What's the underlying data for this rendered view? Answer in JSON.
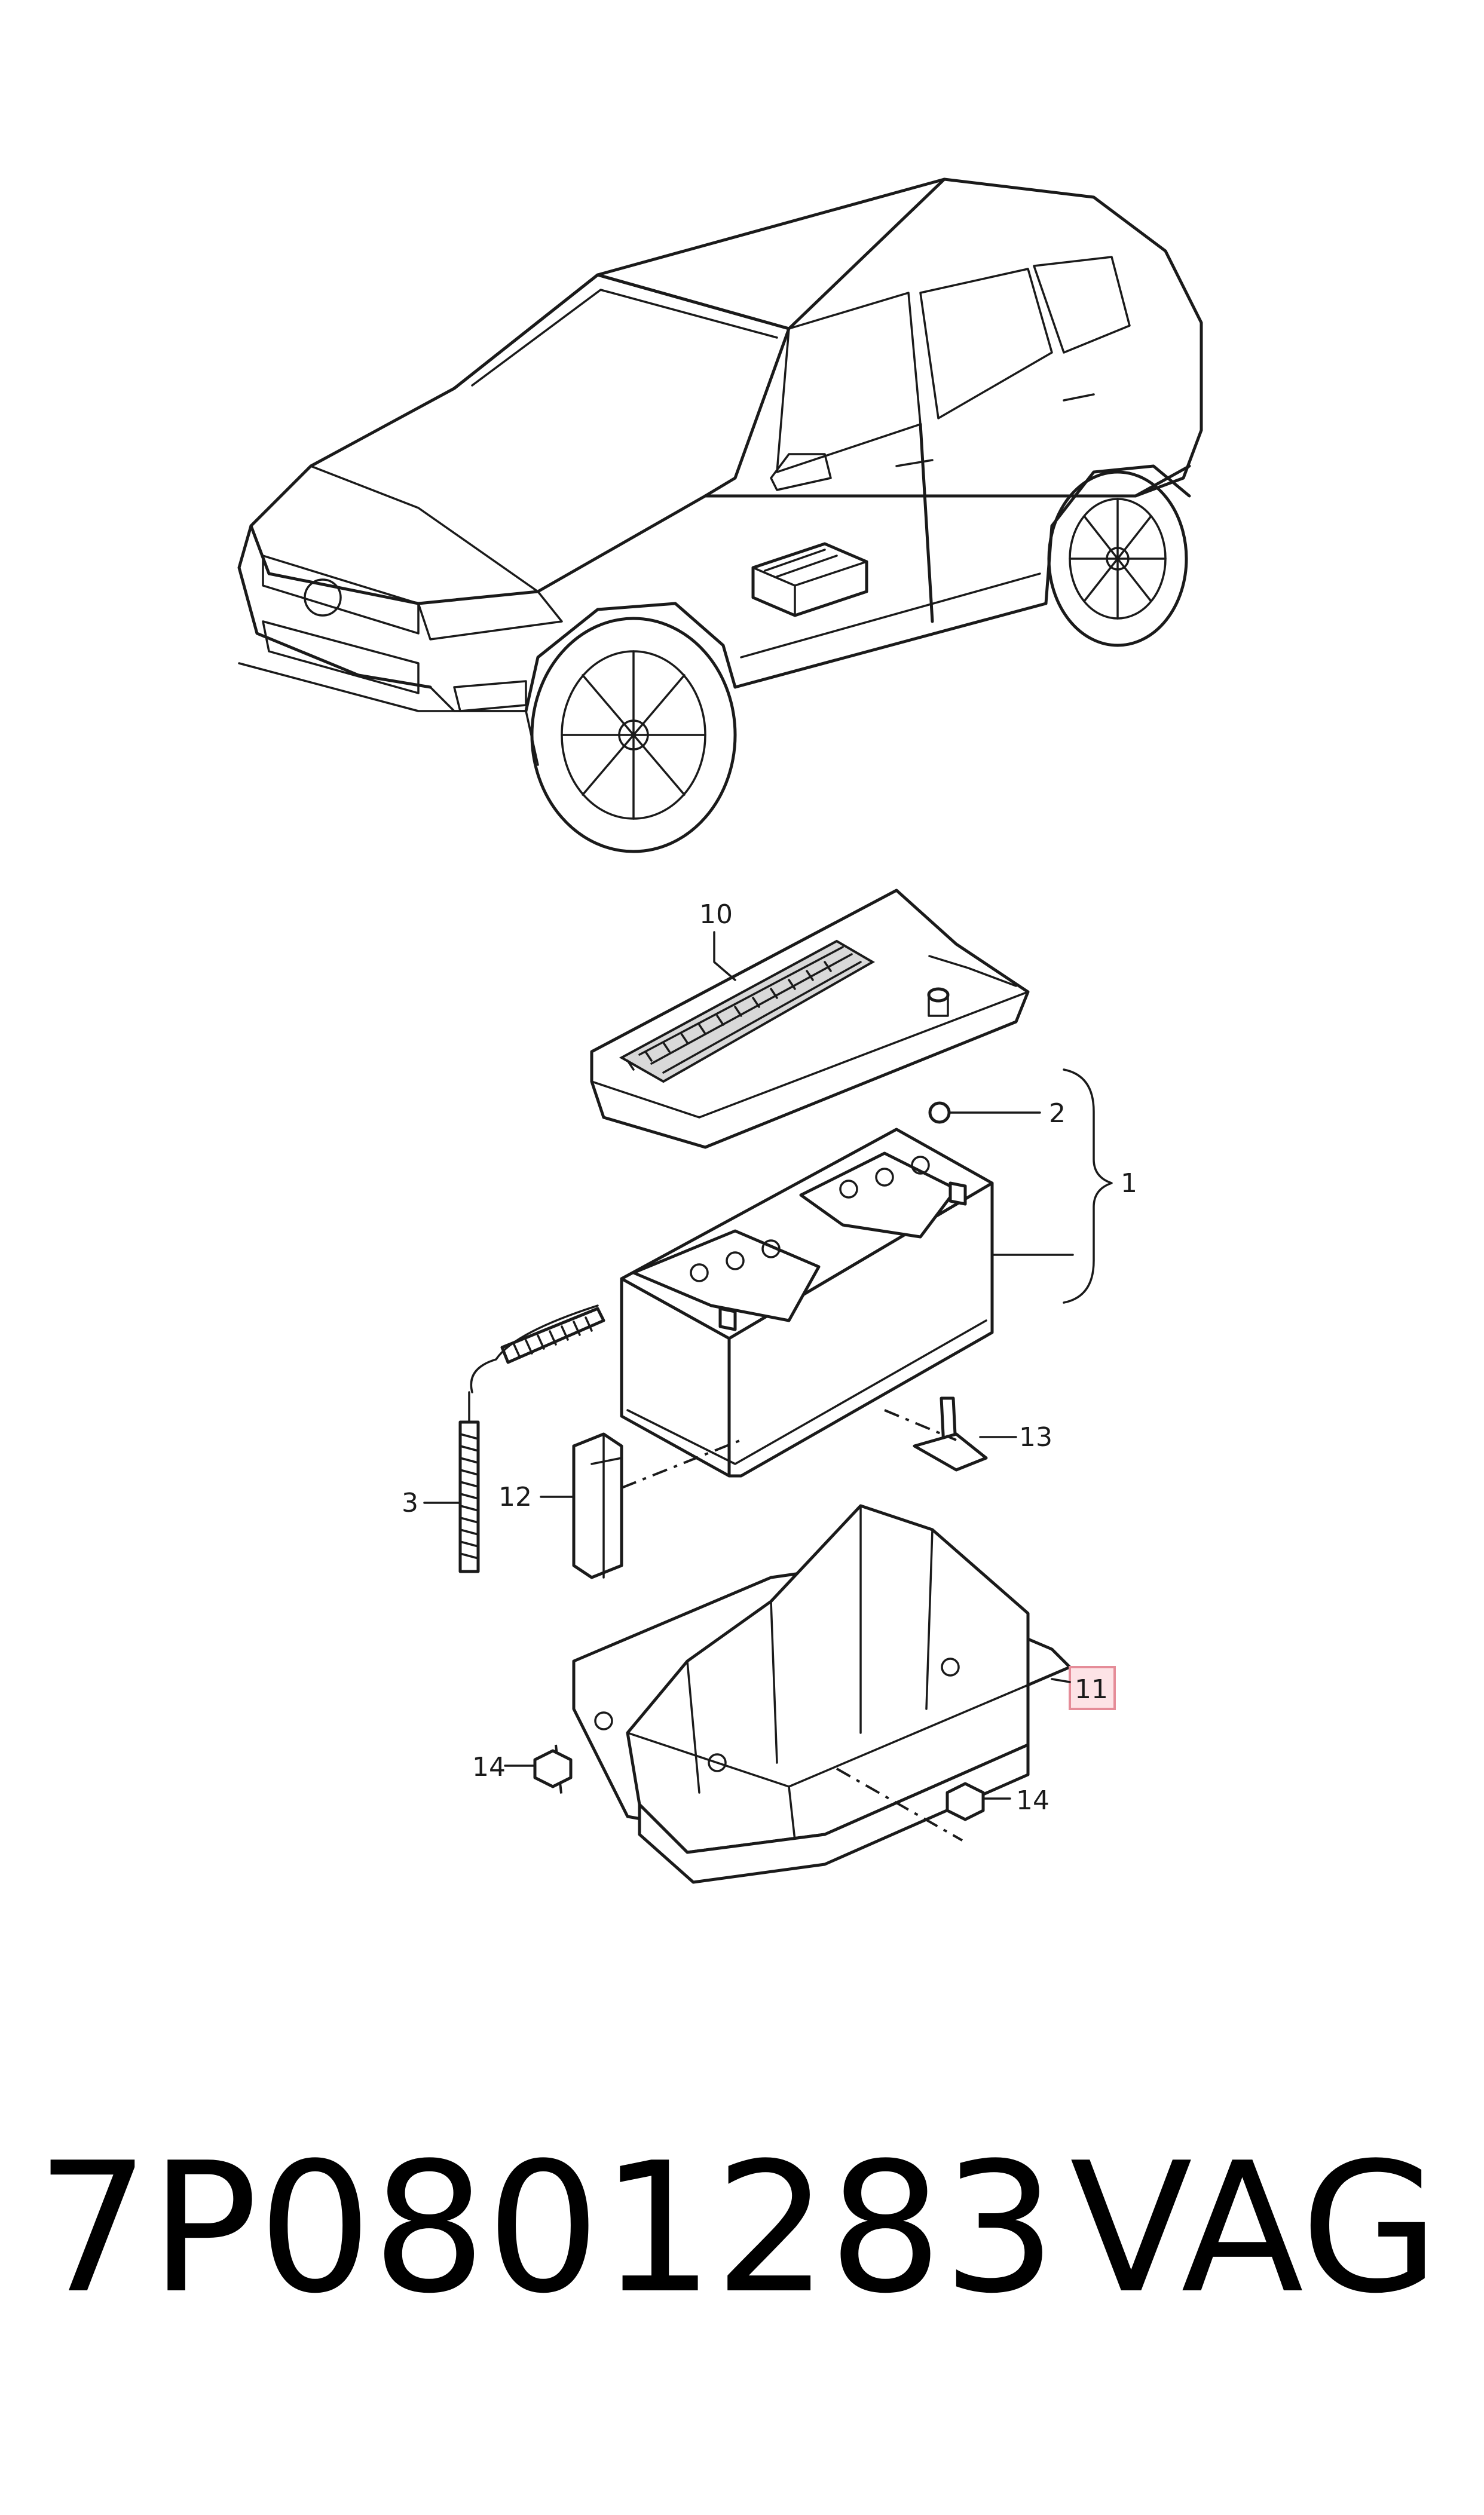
{
  "callouts": {
    "c1": "1",
    "c2": "2",
    "c3": "3",
    "c10": "10",
    "c11": "11",
    "c12": "12",
    "c13": "13",
    "c14a": "14",
    "c14b": "14"
  },
  "highlighted_callout": "11",
  "highlight_color": "#fde3e6",
  "footer": {
    "part_number": "7P0801283",
    "brand": "VAG"
  }
}
